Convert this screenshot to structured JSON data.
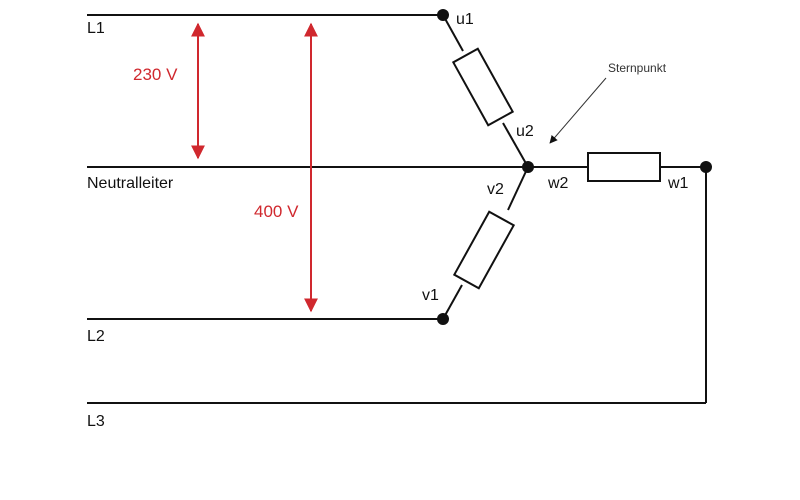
{
  "lines": {
    "l1": "L1",
    "neutral": "Neutralleiter",
    "l2": "L2",
    "l3": "L3"
  },
  "terminals": {
    "u1": "u1",
    "u2": "u2",
    "v1": "v1",
    "v2": "v2",
    "w1": "w1",
    "w2": "w2"
  },
  "voltages": {
    "phase": "230 V",
    "line": "400 V"
  },
  "annotation": {
    "star_point": "Sternpunkt"
  },
  "colors": {
    "wire": "#111111",
    "voltage": "#d0282e",
    "annotation": "#333333"
  }
}
